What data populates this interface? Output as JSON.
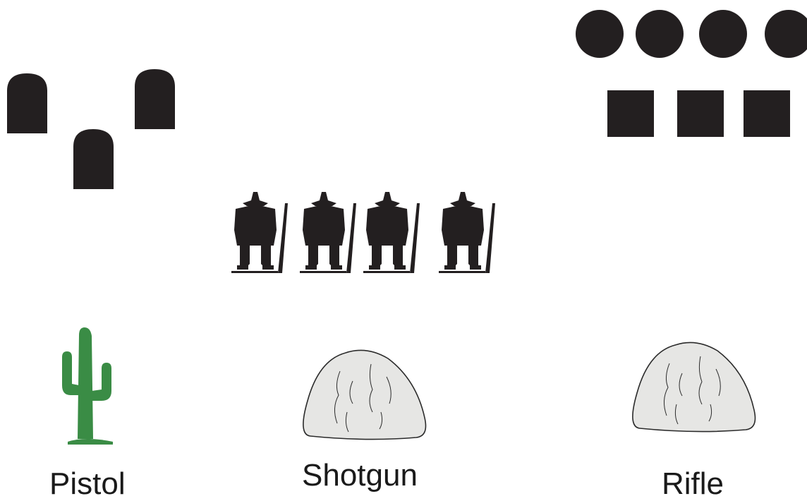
{
  "labels": {
    "pistol": "Pistol",
    "shotgun": "Shotgun",
    "rifle": "Rifle"
  },
  "targets": {
    "pistol_plates": 3,
    "rifle_round_plates": 4,
    "rifle_square_plates": 3,
    "bandit_silhouettes": 4
  },
  "colors": {
    "target_fill": "#231f20",
    "cactus": "#3a8c45",
    "rock_fill": "#e6e6e4",
    "rock_stroke": "#2b2b2b"
  },
  "icons": [
    "tombstone-plate-icon",
    "round-plate-icon",
    "square-plate-icon",
    "bandit-target-icon",
    "cactus-icon",
    "rock-icon"
  ]
}
